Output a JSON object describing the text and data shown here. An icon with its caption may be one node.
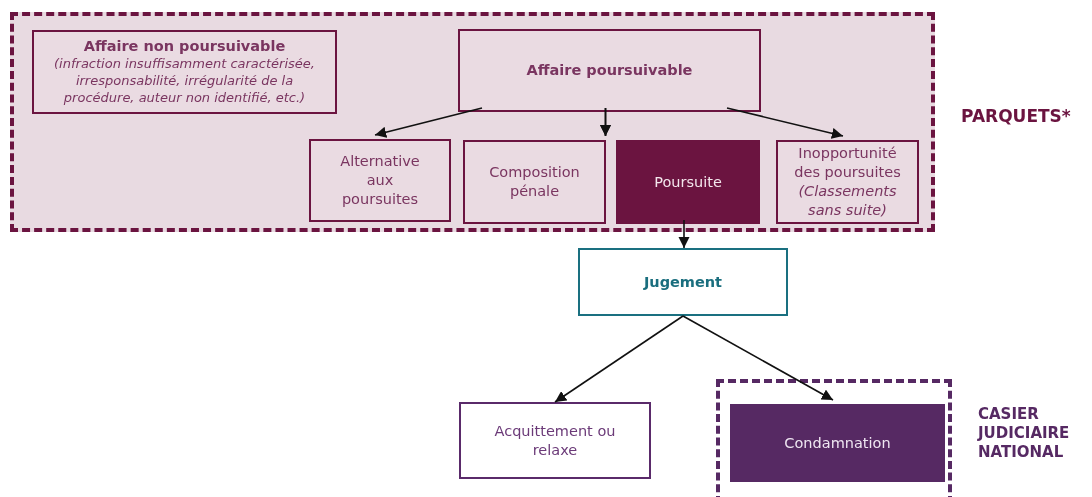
{
  "diagram": {
    "nodes": [
      {
        "text": [
          "PARQUETS*"
        ]
      },
      {
        "text": [
          "Affaire non poursuivable",
          "(infraction insuffisamment caractérisée, irresponsabilité, irrégularité de la procédure, auteur non identifié, etc.)"
        ],
        "in": 0
      },
      {
        "text": [
          "Affaire poursuivable"
        ],
        "in": 0
      },
      {
        "text": [
          "Alternative aux poursuites"
        ],
        "in": 0
      },
      {
        "text": [
          "Composition pénale"
        ],
        "in": 0
      },
      {
        "text": [
          "Poursuite"
        ],
        "in": 0
      },
      {
        "text": [
          "Inopportunité des poursuites *(Classements sans suite)*"
        ],
        "in": 0
      },
      {
        "text": [
          "Jugement"
        ]
      },
      {
        "text": [
          "Acquittement ou relaxe"
        ]
      },
      {
        "text": [
          "CASIER JUDICIAIRE NATIONAL"
        ]
      },
      {
        "text": [
          "Condamnation"
        ],
        "in": 9
      }
    ],
    "edges": [
      {
        "from": 2,
        "to": 3,
        "arrow": "to"
      },
      {
        "from": 2,
        "to": 4,
        "arrow": "to"
      },
      {
        "from": 2,
        "to": 5,
        "arrow": "to"
      },
      {
        "from": 2,
        "to": 6,
        "arrow": "to"
      },
      {
        "from": 5,
        "to": 7,
        "arrow": "to"
      },
      {
        "from": 7,
        "to": 8,
        "arrow": "to"
      },
      {
        "from": 7,
        "to": 10,
        "arrow": "to"
      }
    ]
  }
}
